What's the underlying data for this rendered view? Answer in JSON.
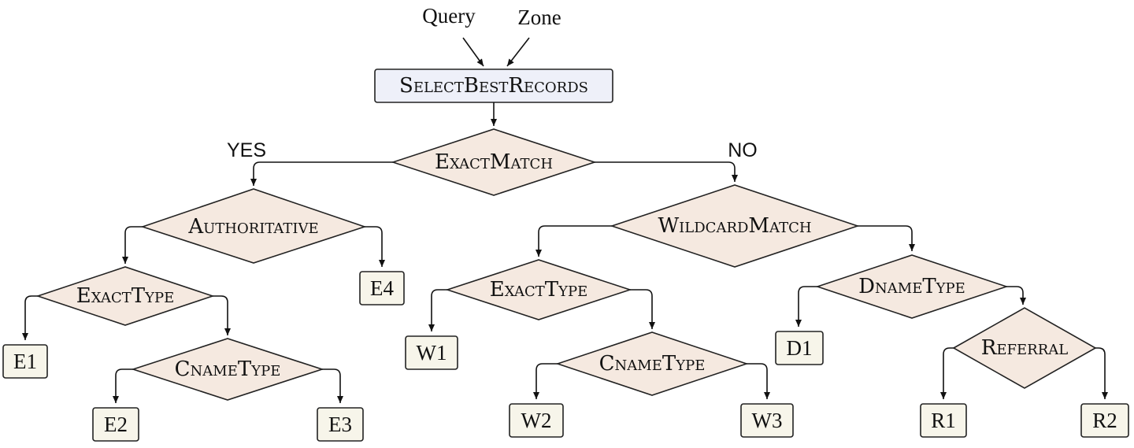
{
  "inputs": {
    "query": "Query",
    "zone": "Zone"
  },
  "root": {
    "label": "SelectBestRecords"
  },
  "branches": {
    "yes": "YES",
    "no": "NO"
  },
  "decisions": {
    "exact_match": "ExactMatch",
    "authoritative": "Authoritative",
    "exact_type_left": "ExactType",
    "cname_type_left": "CnameType",
    "wildcard_match": "WildcardMatch",
    "exact_type_right": "ExactType",
    "cname_type_right": "CnameType",
    "dname_type": "DnameType",
    "referral": "Referral"
  },
  "leaves": {
    "e1": "E1",
    "e2": "E2",
    "e3": "E3",
    "e4": "E4",
    "w1": "W1",
    "w2": "W2",
    "w3": "W3",
    "d1": "D1",
    "r1": "R1",
    "r2": "R2"
  }
}
